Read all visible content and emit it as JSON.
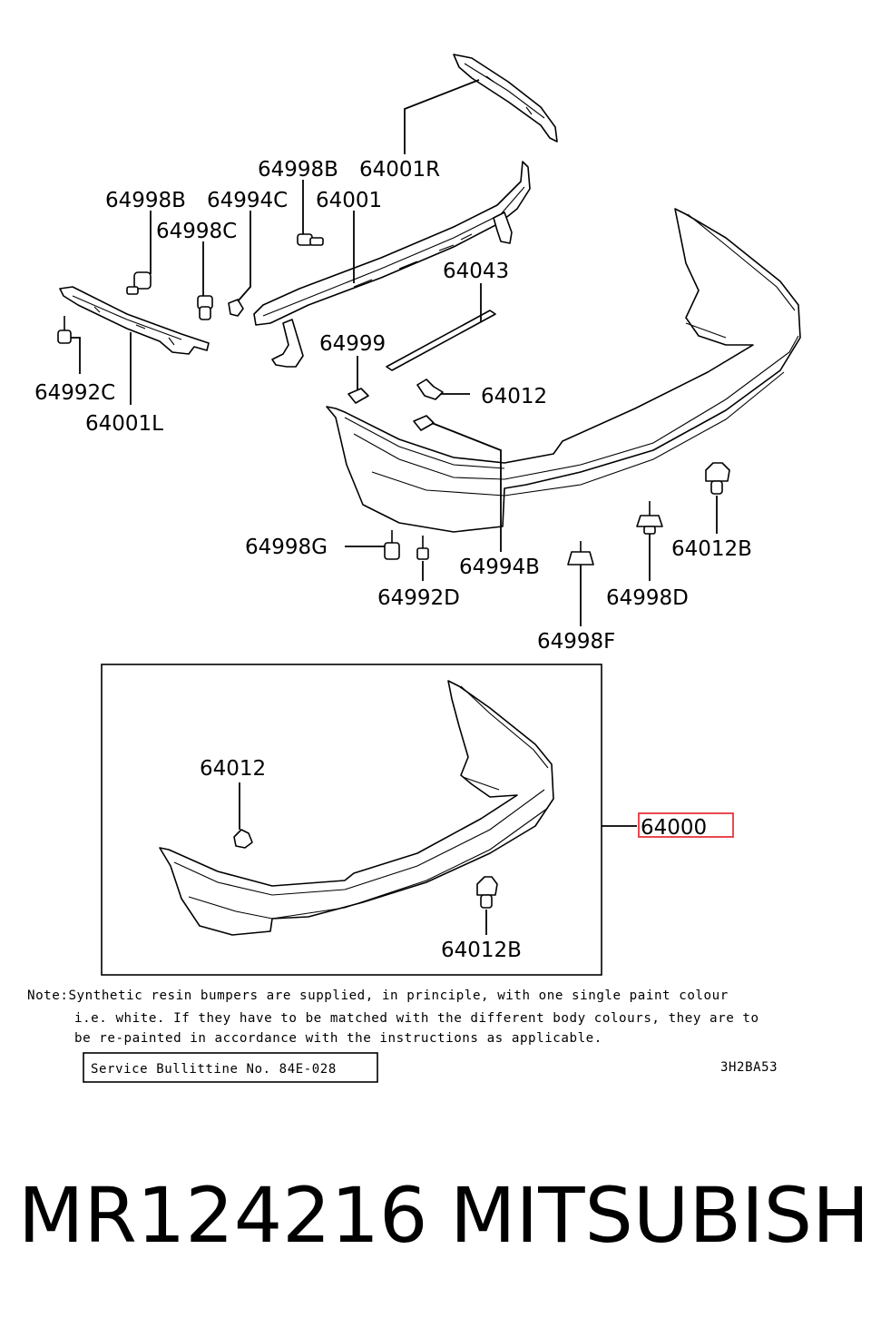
{
  "callouts": {
    "c_64001R": "64001R",
    "c_64998B_top": "64998B",
    "c_64998B_left": "64998B",
    "c_64994C": "64994C",
    "c_64001": "64001",
    "c_64998C": "64998C",
    "c_64043": "64043",
    "c_64999": "64999",
    "c_64012": "64012",
    "c_64992C": "64992C",
    "c_64001L": "64001L",
    "c_64998G": "64998G",
    "c_64994B": "64994B",
    "c_64012B": "64012B",
    "c_64992D": "64992D",
    "c_64998D": "64998D",
    "c_64998F": "64998F",
    "c_64012_inset": "64012",
    "c_64000": "64000",
    "c_64012B_inset": "64012B"
  },
  "note": {
    "line1": "Note:Synthetic resin bumpers are supplied, in principle, with one single paint colour",
    "line2": "i.e. white. If they have to be matched with the different body colours, they are to",
    "line3": "be re-painted in accordance with the instructions as applicable."
  },
  "service_bulletin": "Service Bullittine No. 84E-028",
  "drawing_code": "3H2BA53",
  "part_number": "MR124216",
  "brand": "MITSUBISHI",
  "highlight_color": "#e8343a"
}
